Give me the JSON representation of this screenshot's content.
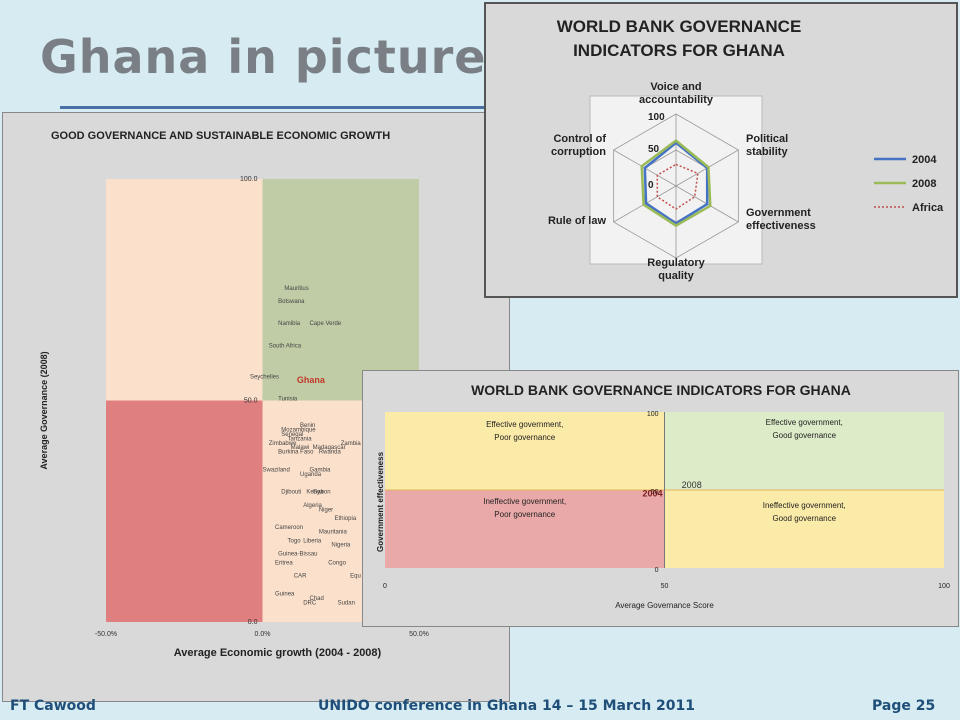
{
  "slide": {
    "title": "Ghana in pictures",
    "footer_left": "FT Cawood",
    "footer_center": "UNIDO conference in Ghana 14 – 15 March 2011",
    "footer_right": "Page 25"
  },
  "colors": {
    "background": "#d6ecf2",
    "peach": "#fbe1cc",
    "olive_green": "#bfcca6",
    "red": "#e07f80",
    "light_green": "#dcebc8",
    "light_yellow": "#fbeba8",
    "pink": "#eaa9a9",
    "line_2004": "#4472c4",
    "line_2008": "#9bbb59",
    "line_africa": "#c0504d"
  },
  "chart_data": [
    {
      "type": "scatter",
      "title": "GOOD GOVERNANCE AND SUSTAINABLE ECONOMIC GROWTH",
      "xlabel": "Average Economic growth (2004 - 2008)",
      "ylabel": "Average Governance (2008)",
      "xlim": [
        -50,
        50
      ],
      "ylim": [
        0,
        100
      ],
      "x_ticks": [
        "-50.0%",
        "0.0%",
        "50.0%"
      ],
      "y_ticks": [
        "0.0",
        "50.0",
        "100.0"
      ],
      "highlight": "Ghana",
      "points": [
        {
          "label": "Mauritius",
          "x": 7,
          "y": 75
        },
        {
          "label": "Botswana",
          "x": 5,
          "y": 72
        },
        {
          "label": "Cape Verde",
          "x": 15,
          "y": 67
        },
        {
          "label": "Namibia",
          "x": 5,
          "y": 67
        },
        {
          "label": "South Africa",
          "x": 2,
          "y": 62
        },
        {
          "label": "Seychelles",
          "x": -4,
          "y": 55
        },
        {
          "label": "Ghana",
          "x": 11,
          "y": 54
        },
        {
          "label": "Tunisia",
          "x": 5,
          "y": 50
        },
        {
          "label": "Benin",
          "x": 12,
          "y": 44
        },
        {
          "label": "Mozambique",
          "x": 6,
          "y": 43
        },
        {
          "label": "Senegal",
          "x": 6,
          "y": 42
        },
        {
          "label": "Tanzania",
          "x": 8,
          "y": 41
        },
        {
          "label": "Zimbabwe",
          "x": 2,
          "y": 40
        },
        {
          "label": "Zambia",
          "x": 25,
          "y": 40
        },
        {
          "label": "Malawi",
          "x": 9,
          "y": 39
        },
        {
          "label": "Madagascar",
          "x": 16,
          "y": 39
        },
        {
          "label": "Burkina Faso",
          "x": 5,
          "y": 38
        },
        {
          "label": "Rwanda",
          "x": 18,
          "y": 38
        },
        {
          "label": "Swaziland",
          "x": 0,
          "y": 34
        },
        {
          "label": "Gambia",
          "x": 15,
          "y": 34
        },
        {
          "label": "Uganda",
          "x": 12,
          "y": 33
        },
        {
          "label": "Gabon",
          "x": 16,
          "y": 29
        },
        {
          "label": "Djibouti",
          "x": 6,
          "y": 29
        },
        {
          "label": "Kenya",
          "x": 14,
          "y": 29
        },
        {
          "label": "Algeria",
          "x": 13,
          "y": 26
        },
        {
          "label": "Niger",
          "x": 18,
          "y": 25
        },
        {
          "label": "Ethiopia",
          "x": 23,
          "y": 23
        },
        {
          "label": "Cameroon",
          "x": 4,
          "y": 21
        },
        {
          "label": "Mauritania",
          "x": 18,
          "y": 20
        },
        {
          "label": "Togo",
          "x": 8,
          "y": 18
        },
        {
          "label": "Liberia",
          "x": 13,
          "y": 18
        },
        {
          "label": "Nigeria",
          "x": 22,
          "y": 17
        },
        {
          "label": "Guinea-Bissau",
          "x": 5,
          "y": 15
        },
        {
          "label": "Eritrea",
          "x": 4,
          "y": 13
        },
        {
          "label": "Congo",
          "x": 21,
          "y": 13
        },
        {
          "label": "CAR",
          "x": 10,
          "y": 10
        },
        {
          "label": "Equ",
          "x": 28,
          "y": 10
        },
        {
          "label": "Guinea",
          "x": 4,
          "y": 6
        },
        {
          "label": "Chad",
          "x": 15,
          "y": 5
        },
        {
          "label": "DRC",
          "x": 13,
          "y": 4
        },
        {
          "label": "Sudan",
          "x": 24,
          "y": 4
        }
      ]
    },
    {
      "type": "radar",
      "title_line1": "WORLD BANK GOVERNANCE",
      "title_line2": "INDICATORS FOR GHANA",
      "axes": [
        "Voice and accountability",
        "Political stability",
        "Government effectiveness",
        "Regulatory quality",
        "Rule of law",
        "Control of corruption"
      ],
      "axis_labels": [
        [
          "Voice and",
          "accountability"
        ],
        [
          "Political",
          "stability"
        ],
        [
          "Government",
          "effectiveness"
        ],
        [
          "Regulatory",
          "quality"
        ],
        [
          "Rule of law"
        ],
        [
          "Control of",
          "corruption"
        ]
      ],
      "rlim": [
        0,
        100
      ],
      "r_ticks": [
        "0",
        "50",
        "100"
      ],
      "series": [
        {
          "name": "2004",
          "values": [
            60,
            50,
            50,
            52,
            48,
            50
          ]
        },
        {
          "name": "2008",
          "values": [
            63,
            52,
            55,
            55,
            52,
            55
          ]
        },
        {
          "name": "Africa",
          "values": [
            30,
            35,
            30,
            32,
            30,
            30
          ]
        }
      ],
      "legend_placement": "right"
    },
    {
      "type": "scatter",
      "title": "WORLD BANK GOVERNANCE INDICATORS FOR GHANA",
      "xlabel": "Average Governance Score",
      "ylabel": "Government effectiveness",
      "xlim": [
        0,
        100
      ],
      "ylim": [
        0,
        100
      ],
      "x_ticks": [
        "0",
        "50",
        "100"
      ],
      "y_ticks": [
        "0",
        "50",
        "100"
      ],
      "quadrants": {
        "top_left": [
          "Effective government,",
          "Poor governance"
        ],
        "top_right": [
          "Effective government,",
          "Good governance"
        ],
        "bottom_left": [
          "Ineffective government,",
          "Poor governance"
        ],
        "bottom_right": [
          "Ineffective government,",
          "Good governance"
        ]
      },
      "points": [
        {
          "label": "2004",
          "x": 50,
          "y": 47
        },
        {
          "label": "2008",
          "x": 52,
          "y": 50
        }
      ]
    }
  ]
}
